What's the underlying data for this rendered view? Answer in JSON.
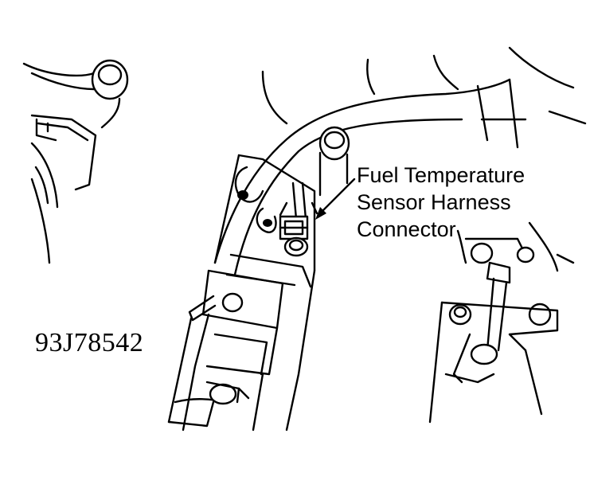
{
  "callout": {
    "lines": [
      "Fuel Temperature",
      "Sensor Harness",
      "Connector"
    ]
  },
  "figure_id": "93J78542"
}
